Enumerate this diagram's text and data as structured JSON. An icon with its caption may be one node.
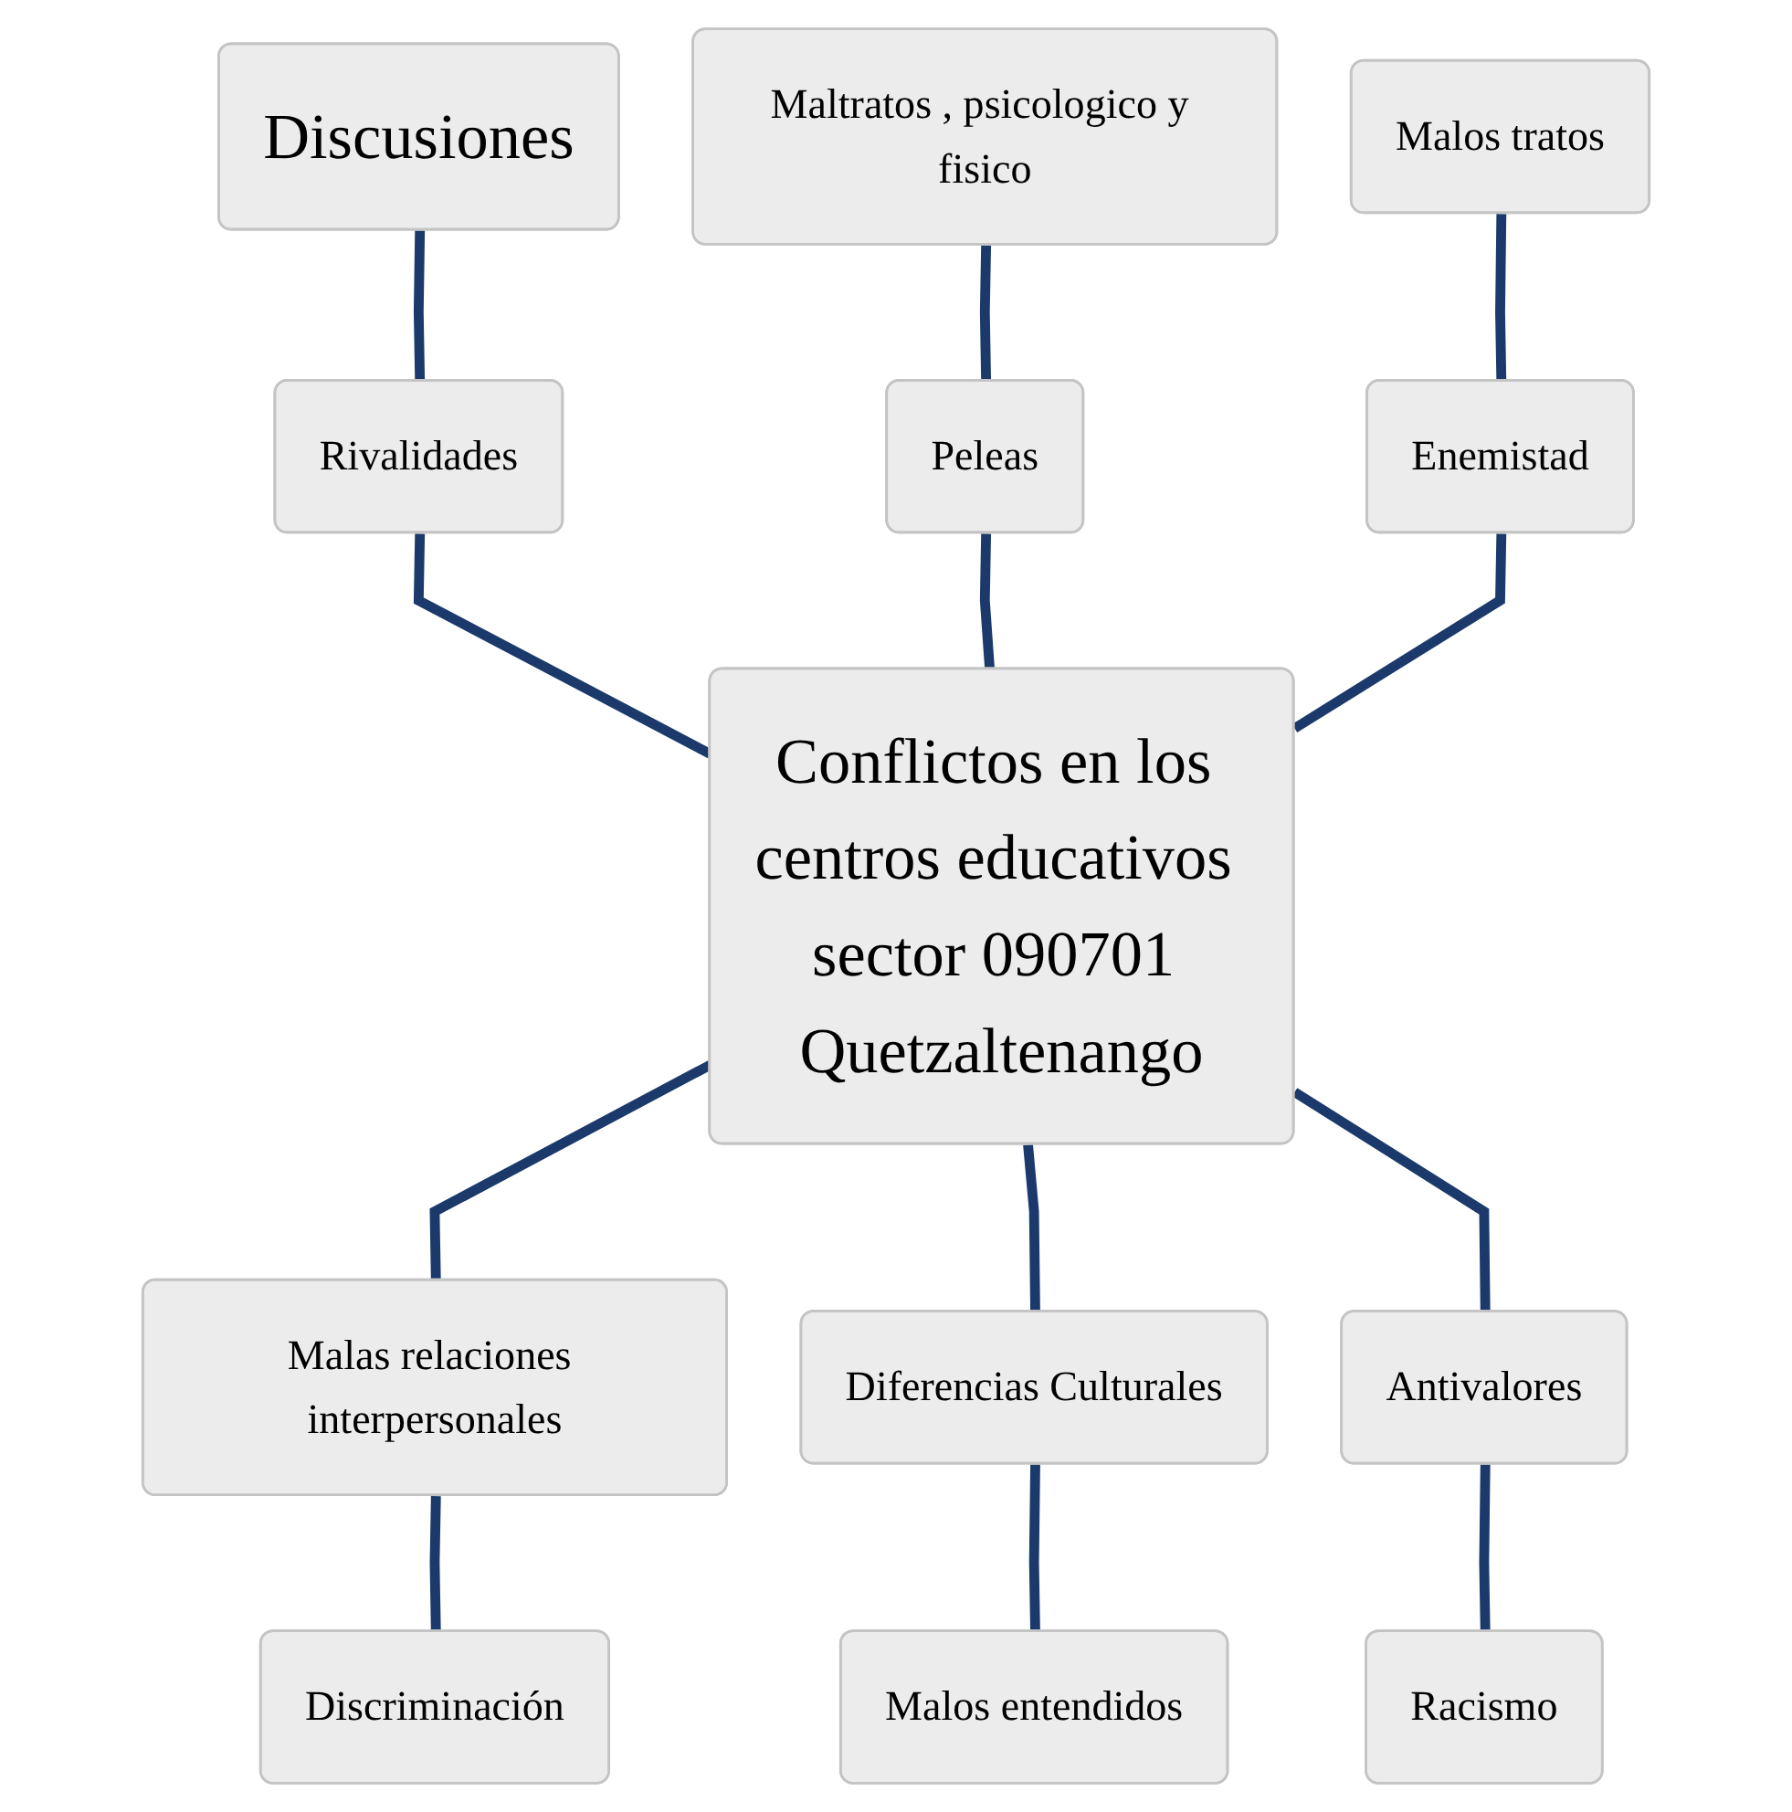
{
  "diagram": {
    "nodes": [
      {
        "text": [
          "Discusiones"
        ]
      },
      {
        "text": [
          "Maltratos , psicologico y fisico"
        ]
      },
      {
        "text": [
          "Malos tratos"
        ]
      },
      {
        "text": [
          "Rivalidades"
        ]
      },
      {
        "text": [
          "Peleas"
        ]
      },
      {
        "text": [
          "Enemistad"
        ]
      },
      {
        "text": [
          "Conflictos en los centros educativos sector 090701 Quetzaltenango"
        ]
      },
      {
        "text": [
          "Malas relaciones interpersonales"
        ]
      },
      {
        "text": [
          "Diferencias Culturales"
        ]
      },
      {
        "text": [
          "Antivalores"
        ]
      },
      {
        "text": [
          "Discriminación"
        ]
      },
      {
        "text": [
          "Malos entendidos"
        ]
      },
      {
        "text": [
          "Racismo"
        ]
      }
    ],
    "edges": [
      {
        "from": 0,
        "to": 3,
        "arrow": "none"
      },
      {
        "from": 1,
        "to": 4,
        "arrow": "none"
      },
      {
        "from": 2,
        "to": 5,
        "arrow": "none"
      },
      {
        "from": 3,
        "to": 6,
        "arrow": "none"
      },
      {
        "from": 4,
        "to": 6,
        "arrow": "none"
      },
      {
        "from": 5,
        "to": 6,
        "arrow": "none"
      },
      {
        "from": 6,
        "to": 7,
        "arrow": "none"
      },
      {
        "from": 6,
        "to": 8,
        "arrow": "none"
      },
      {
        "from": 6,
        "to": 9,
        "arrow": "none"
      },
      {
        "from": 7,
        "to": 10,
        "arrow": "none"
      },
      {
        "from": 8,
        "to": 11,
        "arrow": "none"
      },
      {
        "from": 9,
        "to": 12,
        "arrow": "none"
      }
    ]
  }
}
